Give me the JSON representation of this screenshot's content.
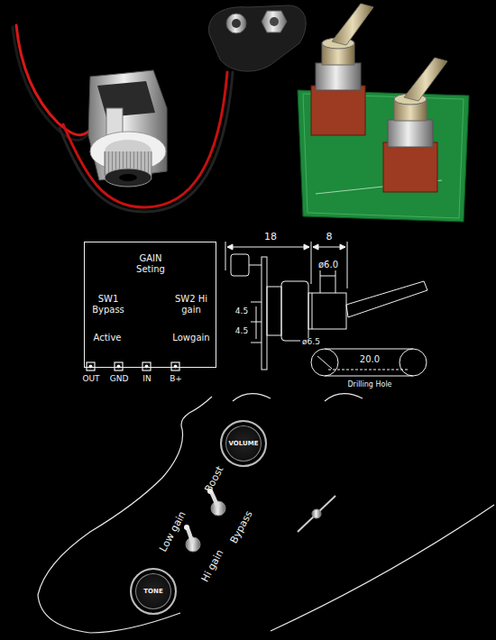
{
  "diagram": {
    "nodes": [
      {
        "text": [
          "GAIN Seting",
          "SW1 Bypass",
          "SW2 Hi gain",
          "Active",
          "Lowgain"
        ]
      },
      {
        "text": [
          "VOLUME"
        ]
      },
      {
        "text": [
          "TONE"
        ]
      }
    ],
    "labels": [
      "OUT",
      "GND",
      "IN",
      "B+",
      "18",
      "8",
      "ø6.0",
      "4.5",
      "4.5",
      "ø6.5",
      "20.0",
      "Drilling Hole",
      "Boost",
      "Bypass",
      "Low gain",
      "Hi gain"
    ]
  }
}
